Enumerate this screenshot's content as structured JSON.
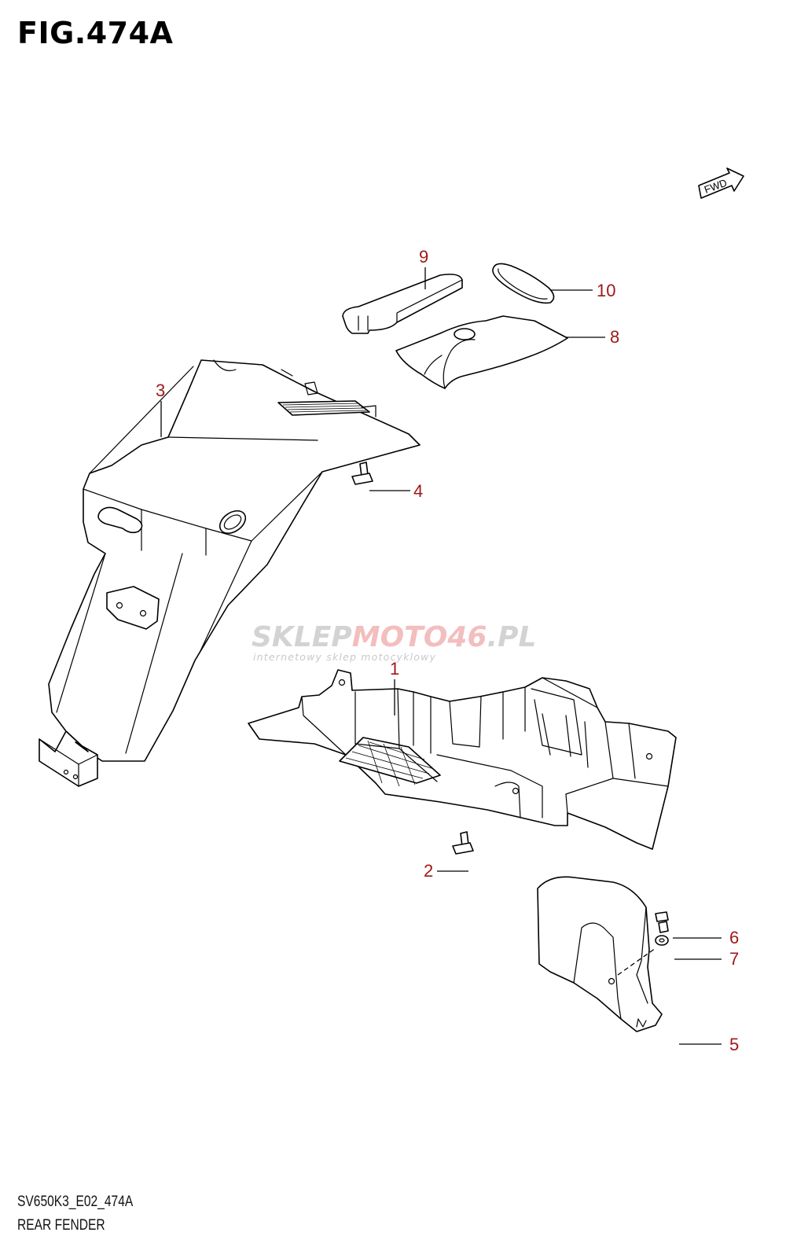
{
  "figure": {
    "title": "FIG.474A",
    "code": "SV650K3_E02_474A",
    "name": "REAR FENDER"
  },
  "direction_indicator": {
    "label": "FWD",
    "icon": "forward-arrow-icon"
  },
  "watermark": {
    "brand_part1": "SKLEP",
    "brand_part2": "MOTO",
    "brand_part3": "46",
    "brand_part4": ".PL",
    "tagline": "internetowy sklep motocyklowy"
  },
  "callouts": [
    {
      "id": "1",
      "label": "1"
    },
    {
      "id": "2",
      "label": "2"
    },
    {
      "id": "3",
      "label": "3"
    },
    {
      "id": "4",
      "label": "4"
    },
    {
      "id": "5",
      "label": "5"
    },
    {
      "id": "6",
      "label": "6"
    },
    {
      "id": "7",
      "label": "7"
    },
    {
      "id": "8",
      "label": "8"
    },
    {
      "id": "9",
      "label": "9"
    },
    {
      "id": "10",
      "label": "10"
    }
  ],
  "colors": {
    "callout": "#a01818",
    "line": "#000000",
    "watermark_gray": "#cfcfcf",
    "watermark_red": "#f2b8b8"
  }
}
